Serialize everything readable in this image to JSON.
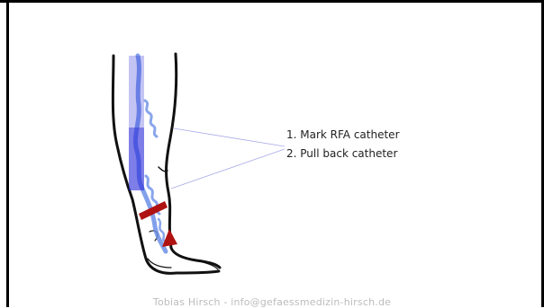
{
  "steps": [
    {
      "label": "1. Mark RFA catheter"
    },
    {
      "label": "2. Pull back catheter"
    }
  ],
  "footer": {
    "credit": "Tobias Hirsch - info@gefaessmedizin-hirsch.de"
  },
  "colors": {
    "frame": "#000000",
    "leg_outline": "#111111",
    "vein": "#6c8fe6",
    "treated_segment": "#2b2bd9",
    "catheter_mark": "#b01212",
    "callout_line": "#a9a9e8"
  },
  "icons": {
    "leg": "leg-outline-illustration",
    "vein": "varicose-vein-illustration",
    "catheter_mark": "catheter-mark-bar",
    "catheter_tip": "catheter-tip-triangle"
  }
}
